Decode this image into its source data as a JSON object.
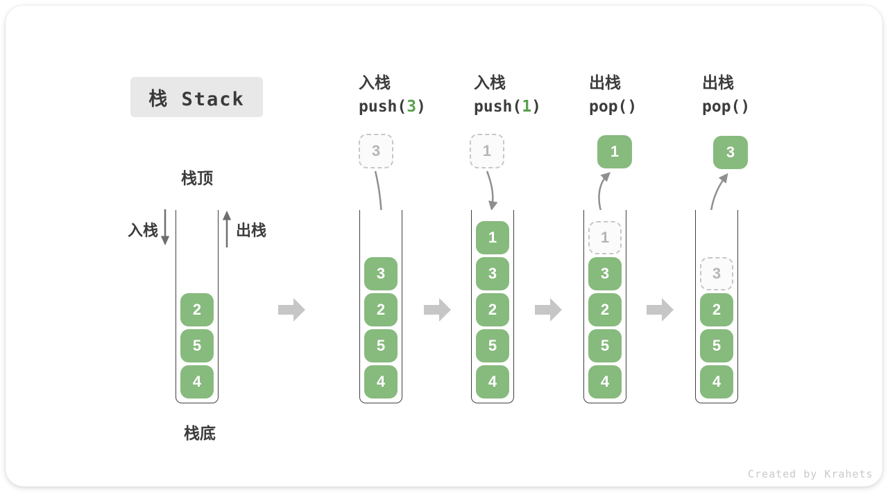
{
  "title": "栈 Stack",
  "watermark": "Created by Krahets",
  "labels": {
    "stack_top": "栈顶",
    "stack_bottom": "栈底",
    "push": "入栈",
    "pop": "出栈"
  },
  "steps": [
    {
      "label": "入栈",
      "code_prefix": "push(",
      "code_arg": "3",
      "code_suffix": ")"
    },
    {
      "label": "入栈",
      "code_prefix": "push(",
      "code_arg": "1",
      "code_suffix": ")"
    },
    {
      "label": "出栈",
      "code_prefix": "pop(",
      "code_arg": "",
      "code_suffix": ")"
    },
    {
      "label": "出栈",
      "code_prefix": "pop(",
      "code_arg": "",
      "code_suffix": ")"
    }
  ],
  "floating": {
    "push_value_3": "3",
    "push_value_1": "1",
    "popped_value_1": "1",
    "popped_value_3": "3"
  },
  "stacks": {
    "initial": {
      "items": [
        "2",
        "5",
        "4"
      ]
    },
    "after_push3": {
      "items": [
        "3",
        "2",
        "5",
        "4"
      ]
    },
    "after_push1": {
      "items": [
        "1",
        "3",
        "2",
        "5",
        "4"
      ]
    },
    "after_pop1": {
      "ghost": "1",
      "items": [
        "3",
        "2",
        "5",
        "4"
      ]
    },
    "after_pop2": {
      "ghost": "3",
      "items": [
        "2",
        "5",
        "4"
      ]
    }
  },
  "colors": {
    "box_green": "#87BA7D",
    "code_green": "#5AA04F",
    "container_border": "#3F3F3F",
    "dashed_border": "#C6C6C6",
    "ghost_text": "#B5B5B5",
    "curved_arrow": "#8F8F8F",
    "straight_arrow": "#6E6E6E",
    "block_arrow": "#C6C6C6",
    "label_text": "#3C3C3C",
    "title_bg": "#E8E8E8",
    "watermark_text": "#C9C9C9"
  }
}
